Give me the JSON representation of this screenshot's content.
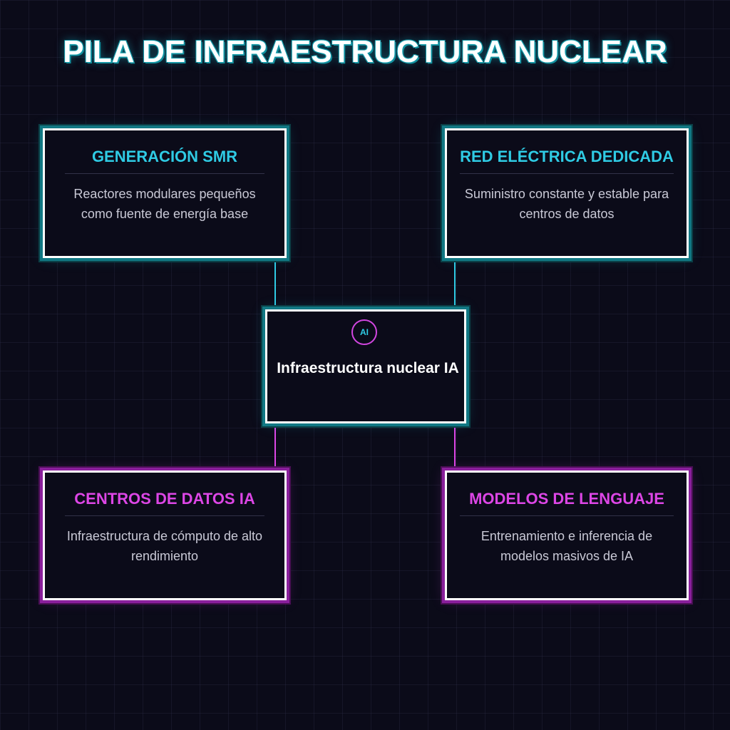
{
  "title": "PILA DE INFRAESTRUCTURA NUCLEAR",
  "colors": {
    "cyan": "#2fcbe4",
    "magenta": "#dd46e6",
    "background": "#0b0b19"
  },
  "nodes": {
    "smr": {
      "title": "GENERACIÓN SMR",
      "description": "Reactores modulares pequeños como fuente de energía base"
    },
    "grid": {
      "title": "RED ELÉCTRICA DEDICADA",
      "description": "Suministro constante y estable para centros de datos"
    },
    "datacenters": {
      "title": "CENTROS DE DATOS IA",
      "description": "Infraestructura de cómputo de alto rendimiento"
    },
    "models": {
      "title": "MODELOS DE LENGUAJE",
      "description": "Entrenamiento e inferencia de modelos masivos de IA"
    },
    "hub": {
      "badge": "AI",
      "label": "Infraestructura nuclear IA"
    }
  }
}
